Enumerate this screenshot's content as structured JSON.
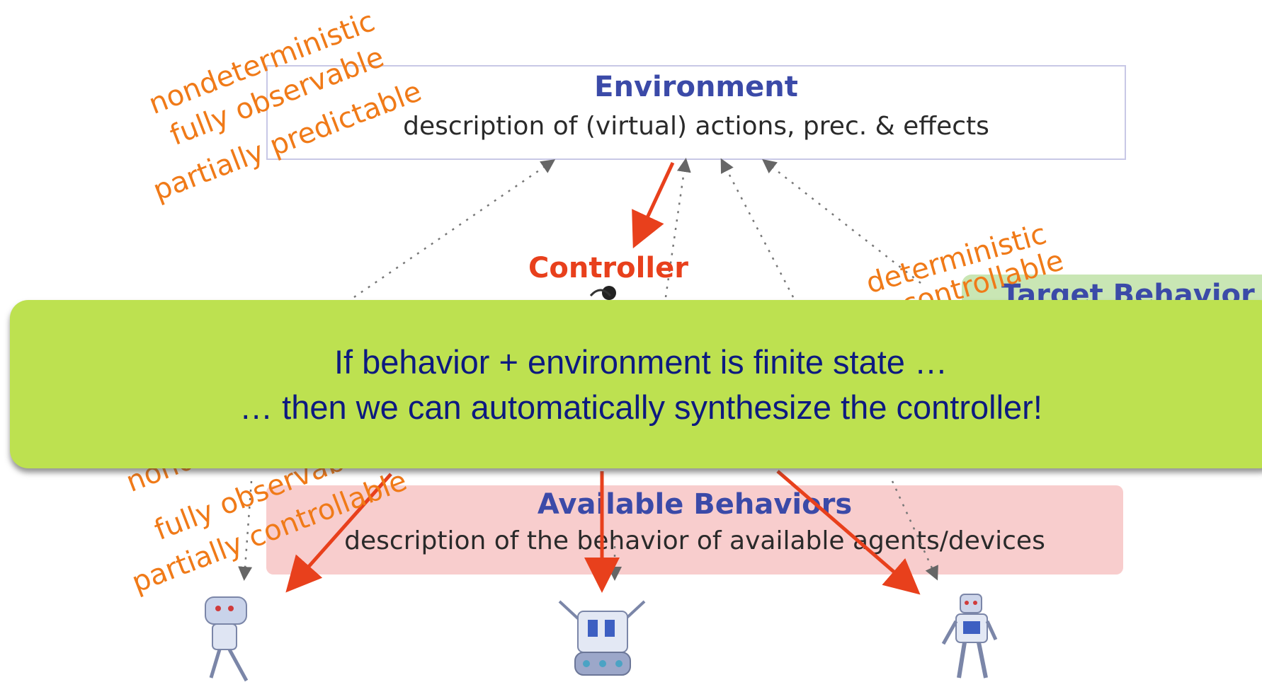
{
  "environment": {
    "title": "Environment",
    "description": "description of (virtual) actions, prec. & effects"
  },
  "controller": {
    "label": "Controller"
  },
  "target_behavior": {
    "title": "Target Behavior"
  },
  "available_behaviors": {
    "title": "Available Behaviors",
    "description": "description of the behavior of available agents/devices"
  },
  "annotations": {
    "environment": [
      "nondeterministic",
      "fully observable",
      "partially predictable"
    ],
    "target": [
      "deterministic",
      "controllable"
    ],
    "available": [
      "nondeterministic",
      "fully observable",
      "partially controllable"
    ]
  },
  "callout": {
    "line1": "If behavior + environment is finite state …",
    "line2": "… then we can automatically synthesize the controller!"
  },
  "robots": [
    "robot-left-icon",
    "robot-middle-icon",
    "robot-right-icon"
  ],
  "colors": {
    "arrow_red": "#e8401c",
    "annotation_orange": "#f07a18",
    "title_blue": "#3b4aa8",
    "callout_green": "#bde150",
    "callout_text": "#0d1a80",
    "available_fill": "#f8cdcd",
    "target_fill": "#c9e6b4"
  }
}
